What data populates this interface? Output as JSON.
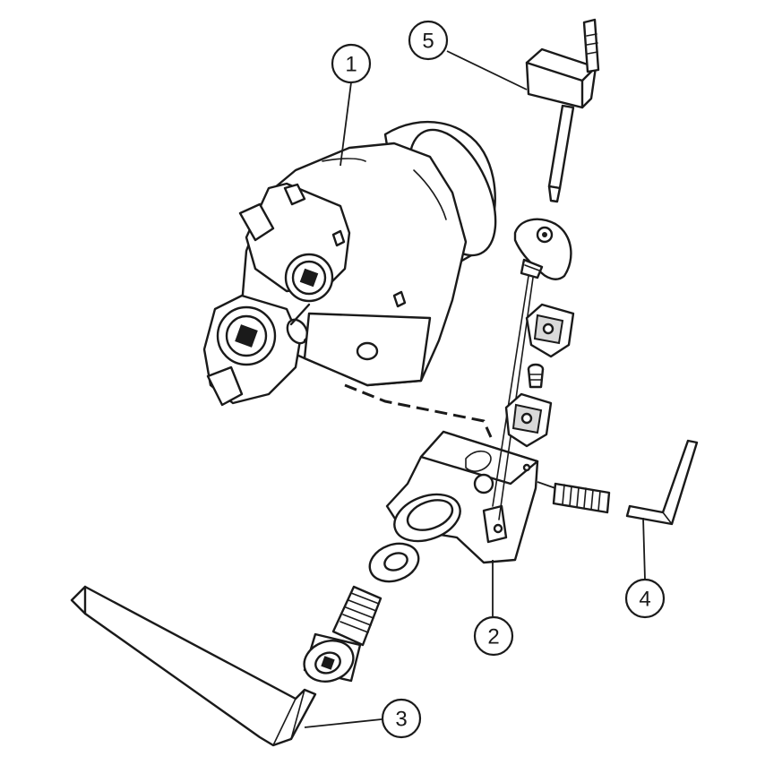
{
  "callouts": {
    "c1": "1",
    "c2": "2",
    "c3": "3",
    "c4": "4",
    "c5": "5"
  },
  "colors": {
    "ink": "#1a1a1a",
    "background": "#ffffff"
  }
}
